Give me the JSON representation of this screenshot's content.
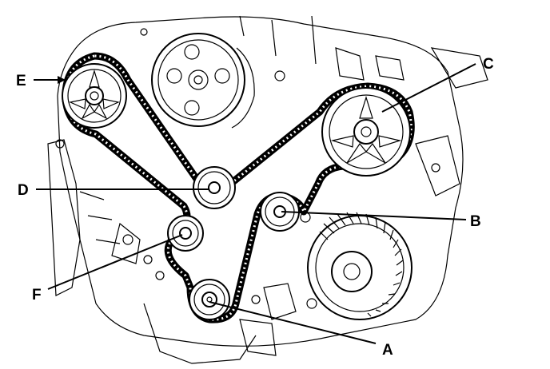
{
  "labels": {
    "a": "A",
    "b": "B",
    "c": "C",
    "d": "D",
    "e": "E",
    "f": "F"
  },
  "colors": {
    "ink": "#000000",
    "paper": "#ffffff"
  }
}
